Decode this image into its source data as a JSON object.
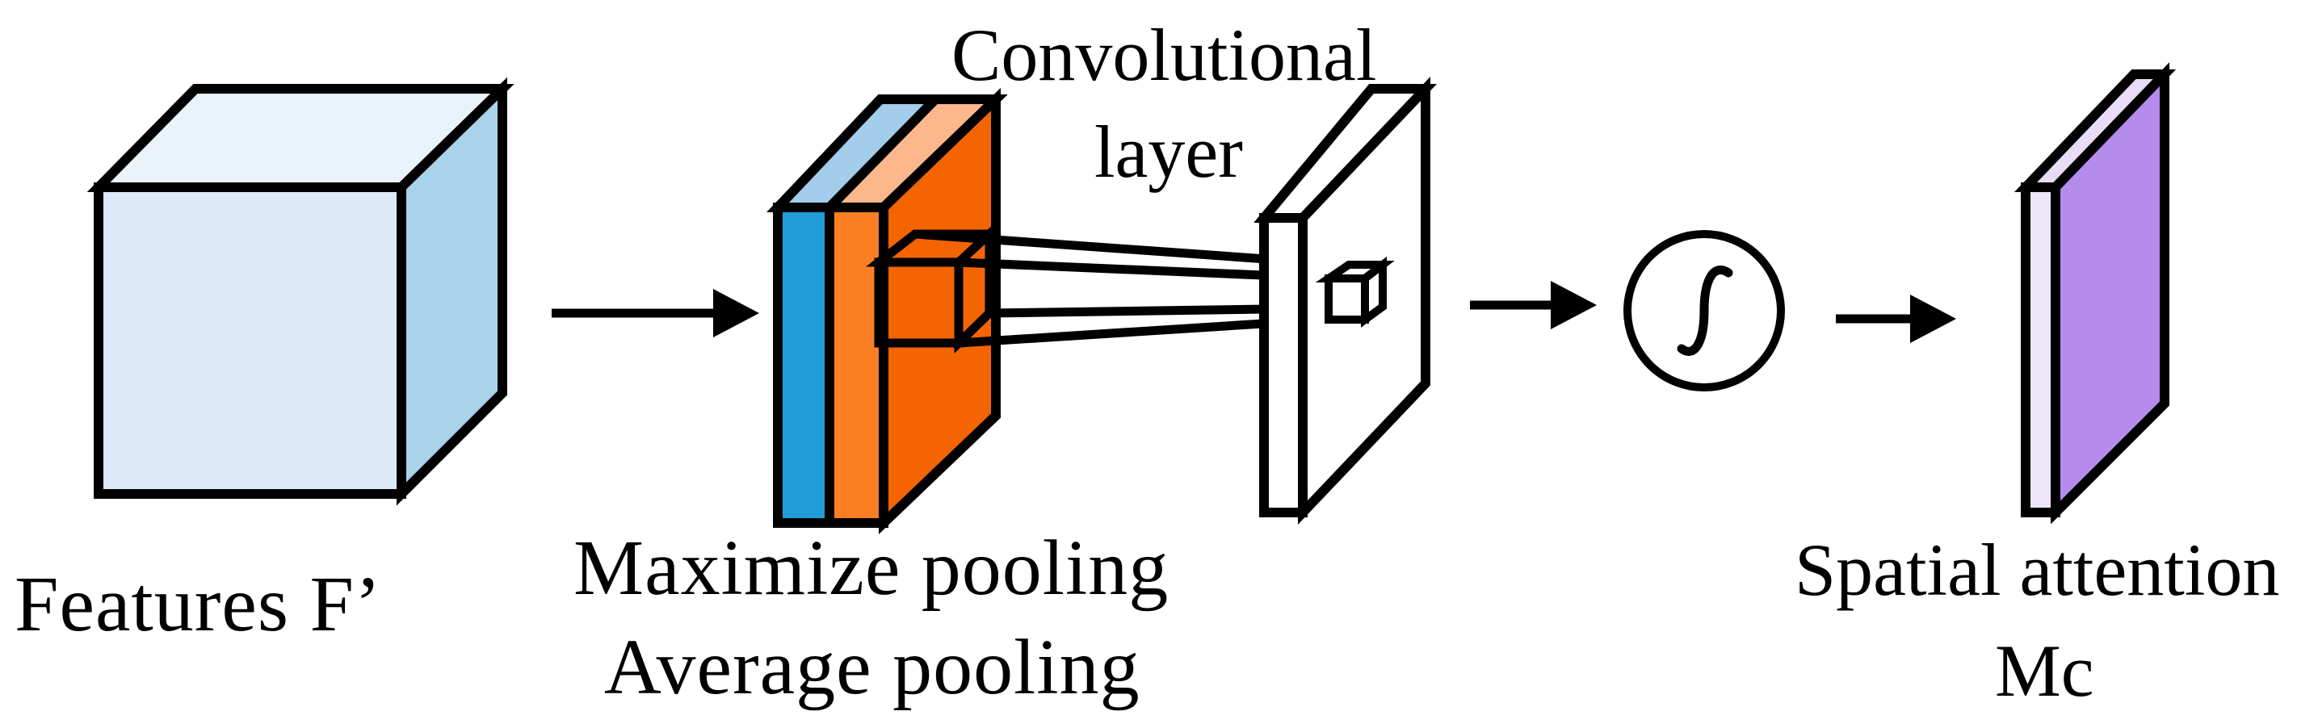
{
  "labels": {
    "features": "Features F’",
    "conv_line1": "Convolutional",
    "conv_line2": "layer",
    "max_pool": "Maximize pooling",
    "avg_pool": "Average pooling",
    "spatial_line1": "Spatial attention",
    "spatial_line2": "Mc"
  },
  "colors": {
    "feature_front": "#dce9f6",
    "feature_top": "#eaf2fa",
    "feature_side": "#a9d3eb",
    "pool_blue_front": "#229cd8",
    "pool_blue_top": "#a3cdea",
    "pool_orange_front": "#fb7f22",
    "pool_orange_top": "#fcb78c",
    "pool_orange_side": "#f46400",
    "output_front": "#ede6f9",
    "output_top": "#e8dcf6",
    "output_side": "#b68bee",
    "stroke": "#000000"
  },
  "icons": {
    "sigmoid": "sigmoid-icon"
  }
}
